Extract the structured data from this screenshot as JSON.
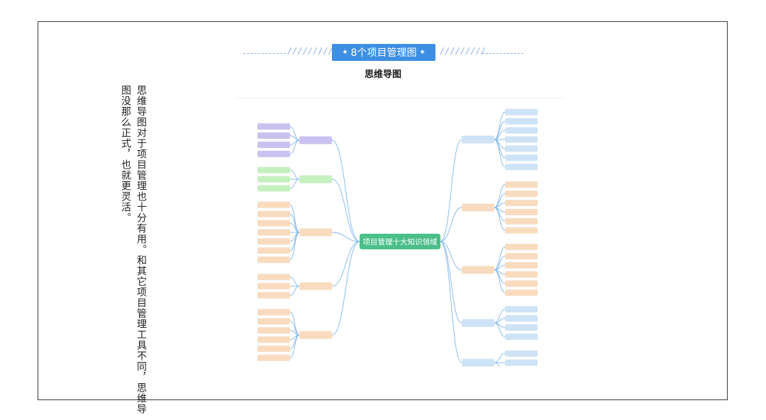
{
  "header": {
    "badge_text": "8个项目管理图",
    "decor_slashes": "/////////",
    "subtitle": "思维导图"
  },
  "sidebar_text": "思维导图对于项目管理也十分有用。和其它项目管理工具不同，思维导图没那么正式，也就更灵活。",
  "mindmap": {
    "center": "项目管理十大知识领域",
    "colors": {
      "center": "#4bbf8a",
      "purple": "#c9c2ef",
      "green": "#c6efc0",
      "orange": "#f9dcc0",
      "blue": "#cfe3f7",
      "link": "#7fb6ea"
    },
    "left_branches": [
      {
        "label": "",
        "color": "purple",
        "children": [
          "",
          "",
          "",
          ""
        ]
      },
      {
        "label": "",
        "color": "green",
        "children": [
          "",
          "",
          ""
        ]
      },
      {
        "label": "",
        "color": "orange",
        "children": [
          "",
          "",
          "",
          "",
          "",
          "",
          ""
        ]
      },
      {
        "label": "",
        "color": "orange",
        "children": [
          "",
          "",
          ""
        ]
      },
      {
        "label": "",
        "color": "orange",
        "children": [
          "",
          "",
          "",
          "",
          "",
          ""
        ]
      }
    ],
    "right_branches": [
      {
        "label": "",
        "color": "blue",
        "children": [
          "",
          "",
          "",
          "",
          "",
          "",
          ""
        ]
      },
      {
        "label": "",
        "color": "orange",
        "children": [
          "",
          "",
          "",
          "",
          "",
          ""
        ]
      },
      {
        "label": "",
        "color": "orange",
        "children": [
          "",
          "",
          "",
          "",
          "",
          ""
        ]
      },
      {
        "label": "",
        "color": "blue",
        "children": [
          "",
          "",
          "",
          ""
        ]
      },
      {
        "label": "",
        "color": "blue",
        "children": [
          "",
          "",
          ""
        ]
      }
    ]
  }
}
